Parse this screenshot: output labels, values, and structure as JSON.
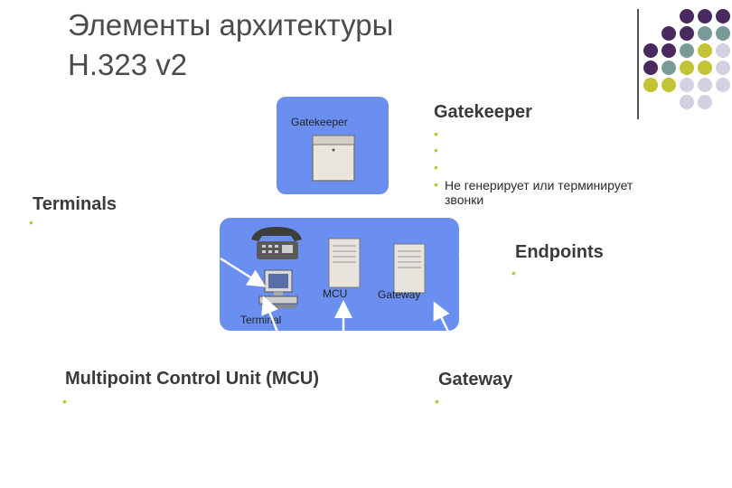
{
  "title": {
    "line1": "Элементы архитектуры",
    "line2": "H.323 v2"
  },
  "diagram": {
    "gatekeeper_label": "Gatekeeper",
    "mcu_label": "MCU",
    "gateway_label": "Gateway",
    "terminal_label": "Terminal"
  },
  "gatekeeper_section": {
    "heading": "Gatekeeper",
    "bullets": [
      "",
      "",
      "",
      "Не генерирует или терминирует звонки"
    ],
    "last_bullet_line1": "Не генерирует или терминирует",
    "last_bullet_line2": "звонки"
  },
  "terminals_section": {
    "heading": "Terminals"
  },
  "endpoints_section": {
    "heading": "Endpoints"
  },
  "mcu_section": {
    "heading": "Multipoint Control Unit (MCU)"
  },
  "gateway_section": {
    "heading": "Gateway"
  },
  "colors": {
    "accent_purple": "#4a2a5e",
    "accent_teal": "#7a9a9a",
    "accent_olive": "#c2c436",
    "accent_lilac": "#d4d0e2",
    "network_blue": "#6b8ff0"
  },
  "dot_grid": [
    [
      "",
      "",
      "purple",
      "purple",
      "purple"
    ],
    [
      "",
      "purple",
      "purple",
      "teal",
      "teal"
    ],
    [
      "purple",
      "purple",
      "teal",
      "olive",
      "lilac"
    ],
    [
      "purple",
      "teal",
      "olive",
      "olive",
      "lilac"
    ],
    [
      "olive",
      "olive",
      "lilac",
      "lilac",
      "lilac"
    ],
    [
      "",
      "",
      "lilac",
      "lilac",
      ""
    ]
  ]
}
